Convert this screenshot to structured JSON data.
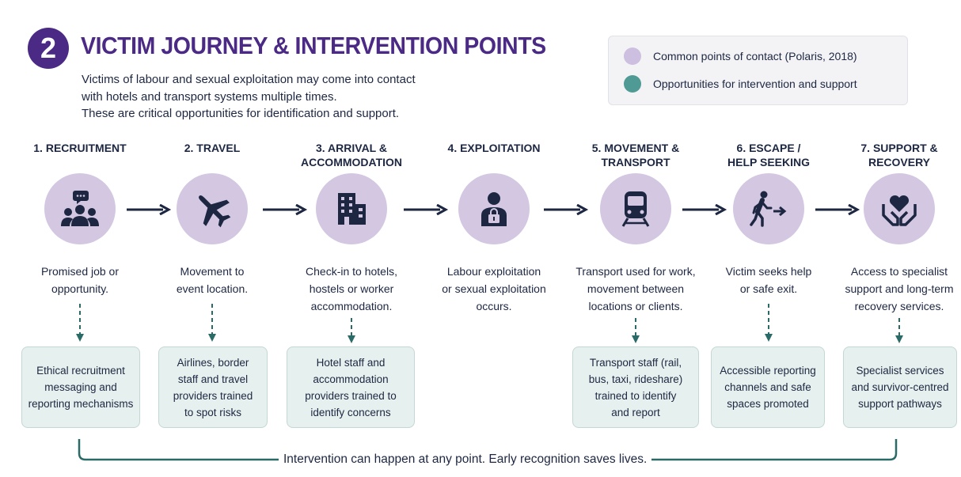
{
  "header": {
    "number": "2",
    "title": "VICTIM JOURNEY & INTERVENTION POINTS",
    "intro_lines": [
      "Victims of labour and sexual exploitation may come into contact",
      "with hotels and transport systems multiple times.",
      "These are critical opportunities for identification and support."
    ]
  },
  "legend": {
    "items": [
      {
        "label": "Common points of contact (Polaris, 2018)",
        "color": "#cdbfe0"
      },
      {
        "label": "Opportunities for intervention and support",
        "color": "#4f9a95"
      }
    ]
  },
  "colors": {
    "accent_purple": "#4b2a86",
    "circle_fill": "#d3c7e2",
    "icon_navy": "#1d2742",
    "teal": "#2a6b68",
    "box_fill": "#e6f0ee"
  },
  "stages": [
    {
      "heading": [
        "1. RECRUITMENT"
      ],
      "icon": "people-chat-icon",
      "desc": [
        "Promised job or",
        "opportunity."
      ],
      "intervention": [
        "Ethical recruitment",
        "messaging and",
        "reporting mechanisms"
      ]
    },
    {
      "heading": [
        "2. TRAVEL"
      ],
      "icon": "airplane-icon",
      "desc": [
        "Movement to",
        "event location."
      ],
      "intervention": [
        "Airlines, border",
        "staff and travel",
        "providers trained",
        "to spot risks"
      ]
    },
    {
      "heading": [
        "3. ARRIVAL &",
        "ACCOMMODATION"
      ],
      "icon": "building-icon",
      "desc": [
        "Check-in to hotels,",
        "hostels or worker",
        "accommodation."
      ],
      "intervention": [
        "Hotel staff and",
        "accommodation",
        "providers trained to",
        "identify concerns"
      ]
    },
    {
      "heading": [
        "4. EXPLOITATION"
      ],
      "icon": "locked-person-icon",
      "desc": [
        "Labour exploitation",
        "or sexual exploitation",
        "occurs."
      ],
      "intervention": []
    },
    {
      "heading": [
        "5. MOVEMENT &",
        "TRANSPORT"
      ],
      "icon": "train-icon",
      "desc": [
        "Transport used for work,",
        "movement between",
        "locations or clients."
      ],
      "intervention": [
        "Transport staff (rail,",
        "bus, taxi, rideshare)",
        "trained to identify",
        "and report"
      ]
    },
    {
      "heading": [
        "6. ESCAPE /",
        "HELP SEEKING"
      ],
      "icon": "walking-exit-icon",
      "desc": [
        "Victim seeks help",
        "or safe exit."
      ],
      "intervention": [
        "Accessible reporting",
        "channels and safe",
        "spaces promoted"
      ]
    },
    {
      "heading": [
        "7. SUPPORT &",
        "RECOVERY"
      ],
      "icon": "heart-hands-icon",
      "desc": [
        "Access to specialist",
        "support and long-term",
        "recovery services."
      ],
      "intervention": [
        "Specialist services",
        "and survivor-centred",
        "support pathways"
      ]
    }
  ],
  "footer": {
    "text": "Intervention can happen at any point. Early recognition saves lives."
  }
}
